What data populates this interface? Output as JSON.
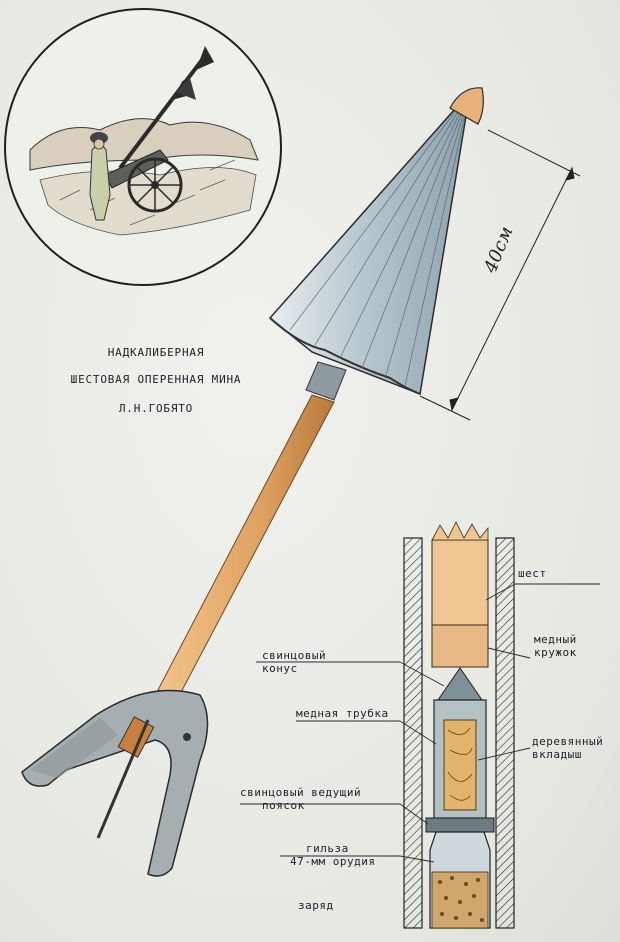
{
  "title": {
    "line1": "НАДКАЛИБЕРНАЯ",
    "line2": "ШЕСТОВАЯ ОПЕРЕННАЯ МИНА",
    "line3": "Л.Н.ГОБЯТО"
  },
  "dimension": "40см",
  "labels": {
    "pole": "шест",
    "copper_ring_1": "медный",
    "copper_ring_2": "кружок",
    "lead_cone_1": "свинцовый",
    "lead_cone_2": "конус",
    "copper_tube": "медная трубка",
    "wood_insert_1": "деревянный",
    "wood_insert_2": "вкладыш",
    "driving_band_1": "свинцовый ведущий",
    "driving_band_2": "поясок",
    "casing_1": "гильза",
    "casing_2": "47-мм орудия",
    "charge": "заряд"
  },
  "colors": {
    "cone": "#b7c6ce",
    "pole": "#e2a562",
    "fins": "#9ea8aa",
    "ink": "#1d1f2b"
  }
}
